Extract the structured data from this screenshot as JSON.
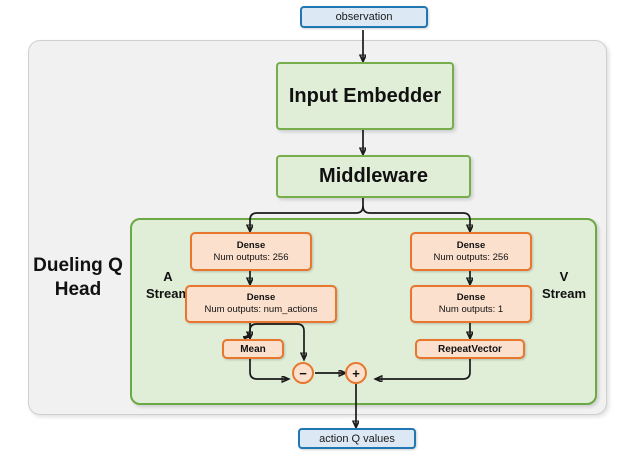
{
  "diagram": {
    "title_label": "Dueling Q Head",
    "input": {
      "label": "observation"
    },
    "output": {
      "label": "action Q values"
    },
    "blocks": [
      {
        "id": "input_embedder",
        "label": "Input Embedder"
      },
      {
        "id": "middleware",
        "label": "Middleware"
      }
    ],
    "streams": {
      "advantage": {
        "label": "A\nStream",
        "label_line1": "A",
        "label_line2": "Stream",
        "nodes": [
          {
            "id": "a_dense_1",
            "title": "Dense",
            "detail": "Num outputs: 256"
          },
          {
            "id": "a_dense_2",
            "title": "Dense",
            "detail": "Num outputs: num_actions"
          },
          {
            "id": "mean",
            "title": "Mean",
            "detail": ""
          }
        ]
      },
      "value": {
        "label_line1": "V",
        "label_line2": "Stream",
        "nodes": [
          {
            "id": "v_dense_1",
            "title": "Dense",
            "detail": "Num outputs: 256"
          },
          {
            "id": "v_dense_2",
            "title": "Dense",
            "detail": "Num outputs: 1"
          },
          {
            "id": "repeat_vector",
            "title": "RepeatVector",
            "detail": ""
          }
        ]
      }
    },
    "operators": [
      {
        "id": "subtract",
        "symbol": "−"
      },
      {
        "id": "add",
        "symbol": "+"
      }
    ],
    "colors": {
      "io_fill": "#dce9f5",
      "io_border": "#1f77b4",
      "block_fill": "#e0edd7",
      "block_border": "#77ae4c",
      "op_fill": "#fbe0cd",
      "op_border": "#e8762c",
      "outer_fill": "#f1f1f1",
      "outer_border": "#cfcfcf",
      "wire": "#1a1a1a"
    }
  }
}
